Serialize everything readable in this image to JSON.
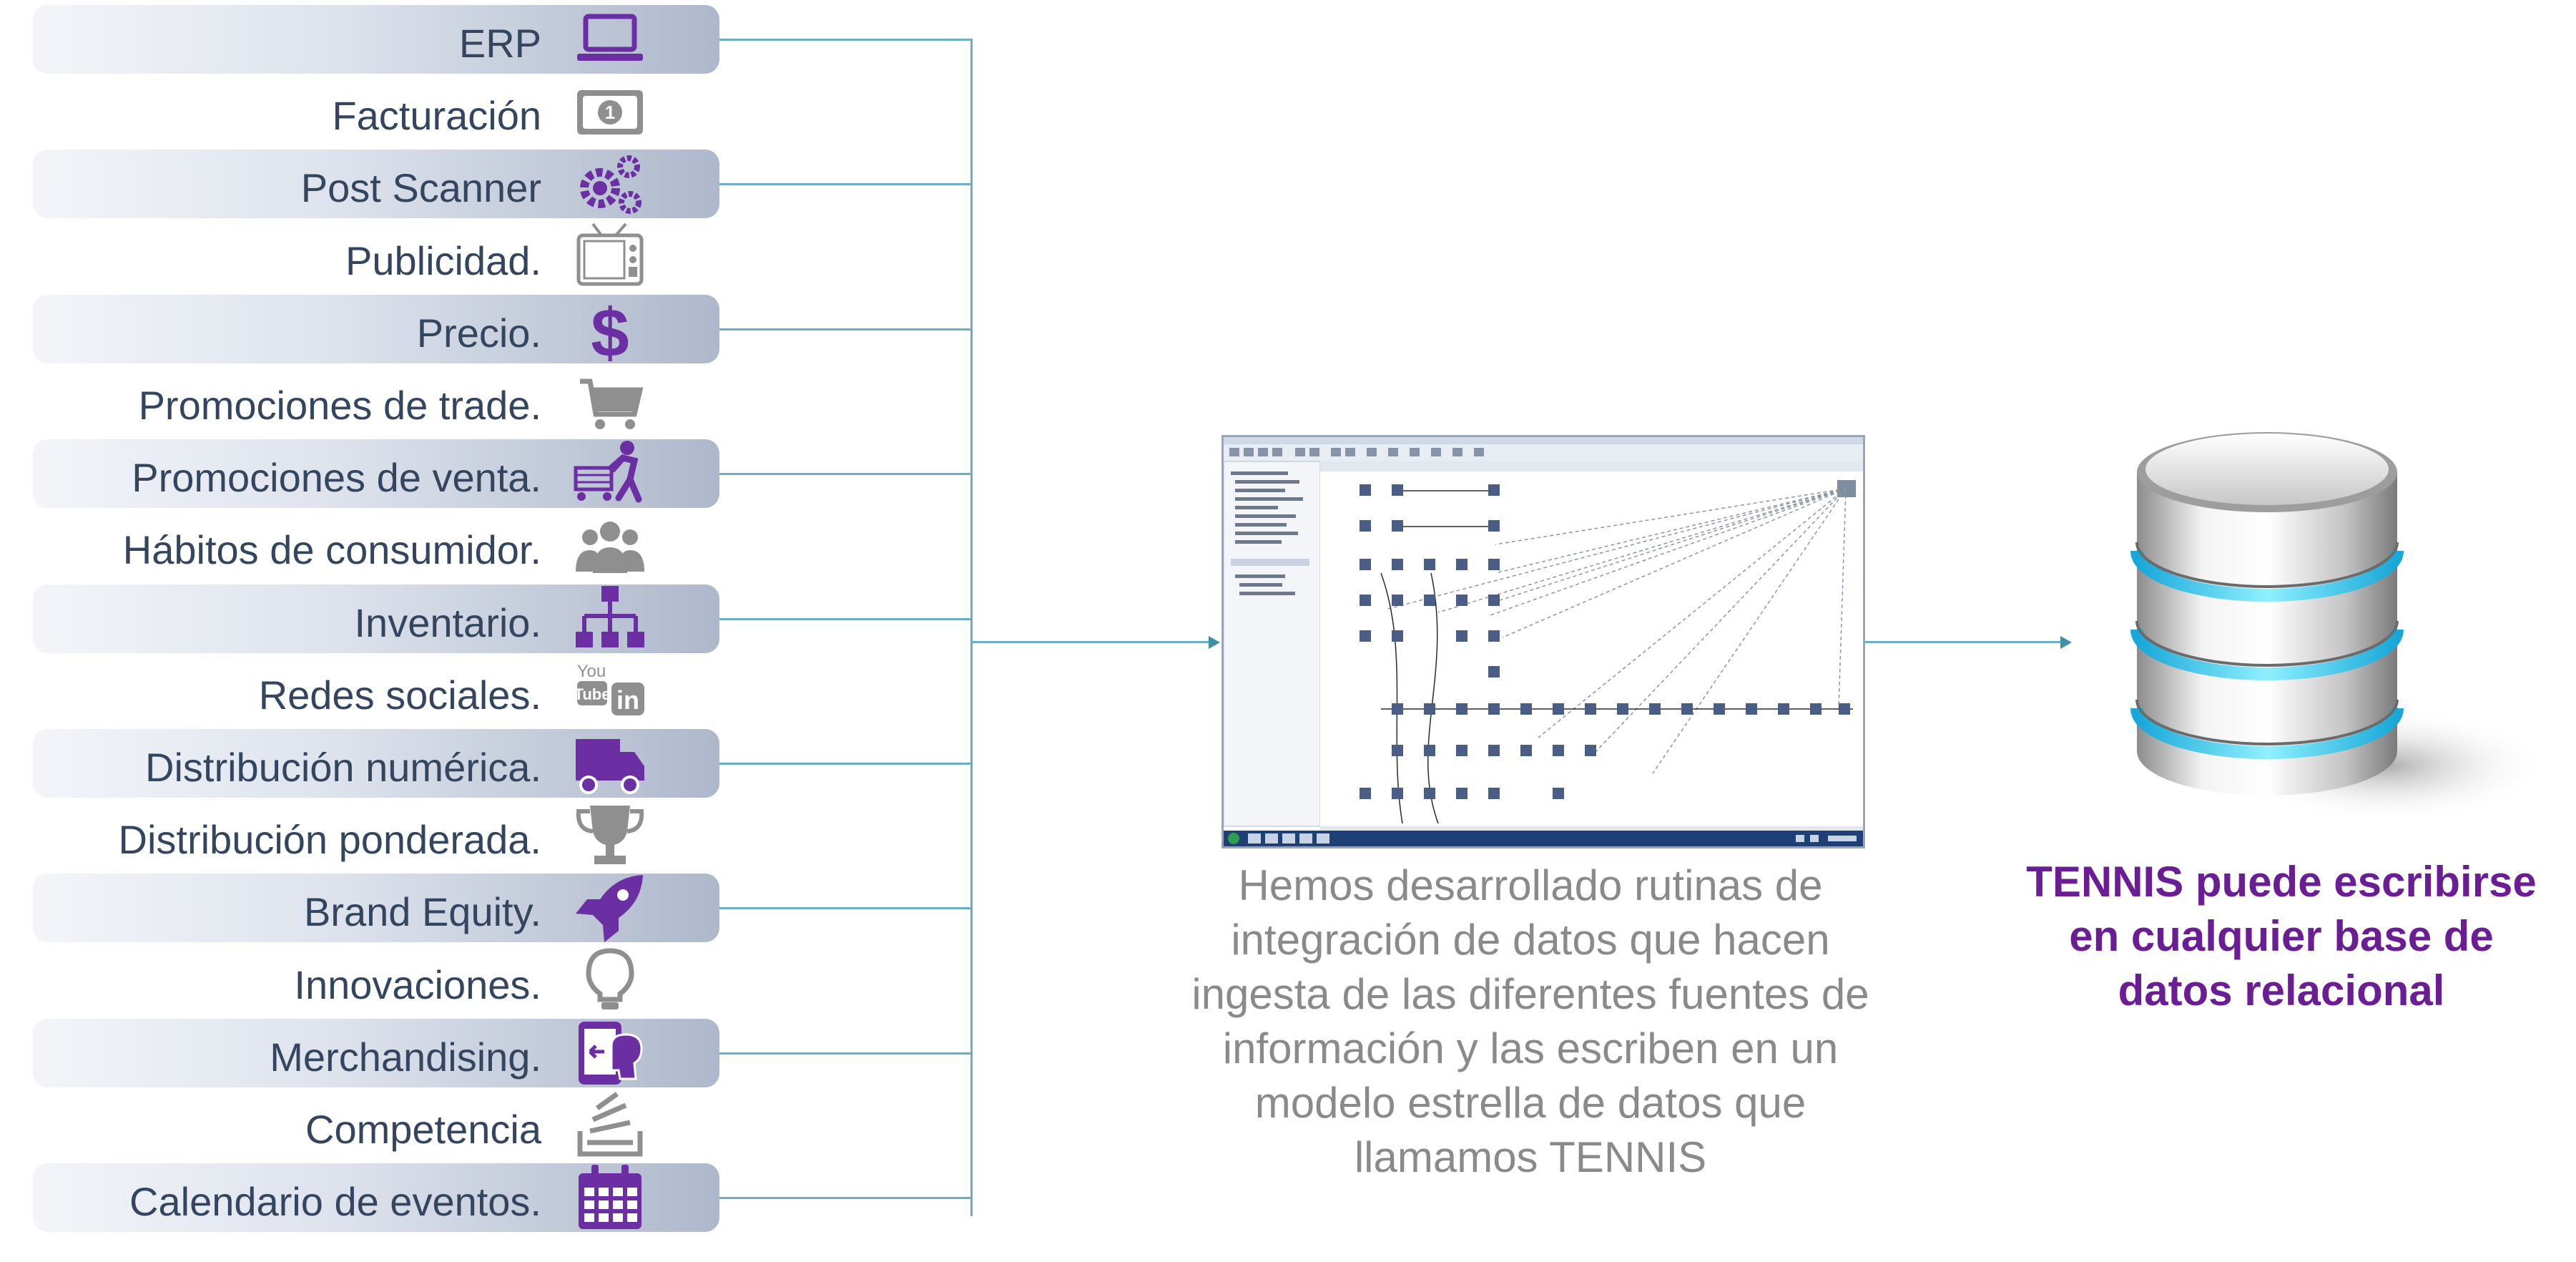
{
  "sources": [
    {
      "label": "ERP",
      "icon": "laptop-icon",
      "highlighted": true
    },
    {
      "label": "Facturación",
      "icon": "banknote-icon",
      "highlighted": false
    },
    {
      "label": "Post Scanner",
      "icon": "gears-icon",
      "highlighted": true
    },
    {
      "label": "Publicidad.",
      "icon": "tv-icon",
      "highlighted": false
    },
    {
      "label": "Precio.",
      "icon": "dollar-icon",
      "highlighted": true
    },
    {
      "label": "Promociones de trade.",
      "icon": "cart-icon",
      "highlighted": false
    },
    {
      "label": "Promociones de venta.",
      "icon": "shopper-cart-icon",
      "highlighted": true
    },
    {
      "label": "Hábitos de consumidor.",
      "icon": "users-icon",
      "highlighted": false
    },
    {
      "label": "Inventario.",
      "icon": "sitemap-icon",
      "highlighted": true
    },
    {
      "label": "Redes sociales.",
      "icon": "youtube-linkedin-icon",
      "highlighted": false
    },
    {
      "label": "Distribución numérica.",
      "icon": "truck-icon",
      "highlighted": true
    },
    {
      "label": "Distribución ponderada.",
      "icon": "trophy-icon",
      "highlighted": false
    },
    {
      "label": "Brand Equity.",
      "icon": "rocket-icon",
      "highlighted": true
    },
    {
      "label": "Innovaciones.",
      "icon": "lightbulb-icon",
      "highlighted": false
    },
    {
      "label": "Merchandising.",
      "icon": "tablet-head-icon",
      "highlighted": true
    },
    {
      "label": "Competencia",
      "icon": "papers-stack-icon",
      "highlighted": false
    },
    {
      "label": "Calendario de eventos.",
      "icon": "calendar-icon",
      "highlighted": true
    }
  ],
  "youtube_icon_text": "You Tube",
  "linkedin_icon_text": "in",
  "banknote_icon_text": "1",
  "caption": "Hemos desarrollado rutinas de integración de datos que hacen ingesta de las diferentes fuentes de información y las escriben en un modelo estrella de datos que llamamos TENNIS",
  "tagline": "TENNIS puede escribirse en cualquier base de datos relacional",
  "colors": {
    "purple_accent": "#6b2fa3",
    "gray_icon": "#8f8f8f",
    "connector": "#6aaec4",
    "label_text": "#33455f",
    "caption_text": "#8a8a8a",
    "tagline_text": "#6b1d94",
    "db_ring": "#2ec0e6"
  }
}
